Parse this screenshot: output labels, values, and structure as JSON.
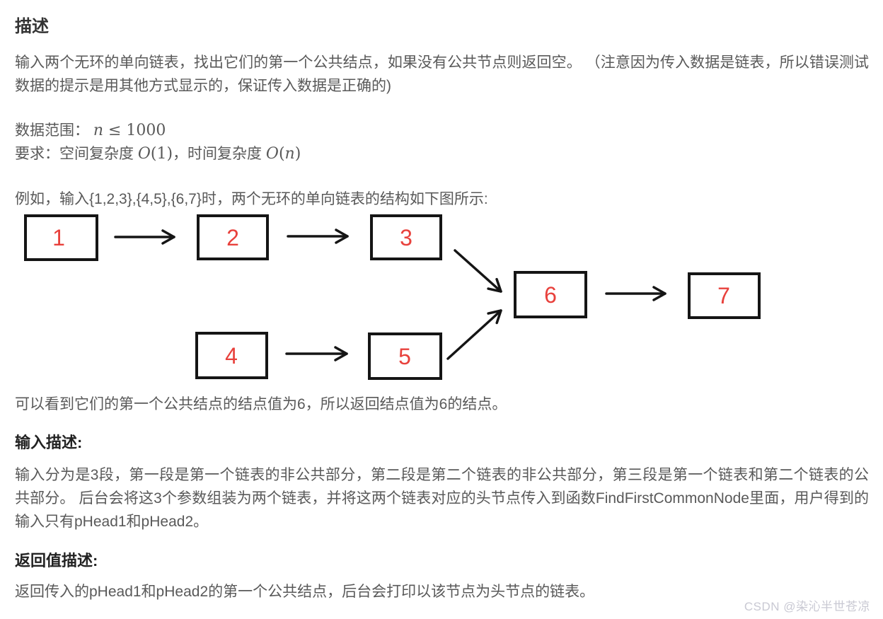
{
  "page": {
    "title": "描述",
    "intro": "输入两个无环的单向链表，找出它们的第一个公共结点，如果没有公共节点则返回空。 （注意因为传入数据是链表，所以错误测试数据的提示是用其他方式显示的，保证传入数据是正确的)",
    "data_range": {
      "label": "数据范围： ",
      "var": "n",
      "rest": " ≤ 1000"
    },
    "requirement": {
      "t1": "要求：空间复杂度 ",
      "o1_var": "O",
      "o1_rest": "(1)",
      "t2": "，时间复杂度 ",
      "o2_var": "O",
      "o2_open": "(",
      "o2_var2": "n",
      "o2_close": ")"
    },
    "example_intro": "例如，输入{1,2,3},{4,5},{6,7}时，两个无环的单向链表的结构如下图所示:",
    "example_note": "可以看到它们的第一个公共结点的结点值为6，所以返回结点值为6的结点。",
    "input_heading": "输入描述:",
    "input_desc": "输入分为是3段，第一段是第一个链表的非公共部分，第二段是第二个链表的非公共部分，第三段是第一个链表和第二个链表的公共部分。 后台会将这3个参数组装为两个链表，并将这两个链表对应的头节点传入到函数FindFirstCommonNode里面，用户得到的输入只有pHead1和pHead2。",
    "return_heading": "返回值描述:",
    "return_desc": "返回传入的pHead1和pHead2的第一个公共结点，后台会打印以该节点为头节点的链表。",
    "watermark": "CSDN @染沁半世苍凉"
  },
  "diagram": {
    "description": "两个无环单向链表结构图：1→2→3→6→7 与 4→5→6，公共部分从结点6开始",
    "nodes": [
      "1",
      "2",
      "3",
      "4",
      "5",
      "6",
      "7"
    ],
    "edges": [
      {
        "from": "1",
        "to": "2"
      },
      {
        "from": "2",
        "to": "3"
      },
      {
        "from": "3",
        "to": "6"
      },
      {
        "from": "4",
        "to": "5"
      },
      {
        "from": "5",
        "to": "6"
      },
      {
        "from": "6",
        "to": "7"
      }
    ]
  },
  "colors": {
    "node_value": "#e8413c",
    "diagram_stroke": "#151515",
    "heading": "#222222",
    "body_text": "#595959",
    "watermark": "#c9c9d3",
    "background": "#ffffff"
  }
}
